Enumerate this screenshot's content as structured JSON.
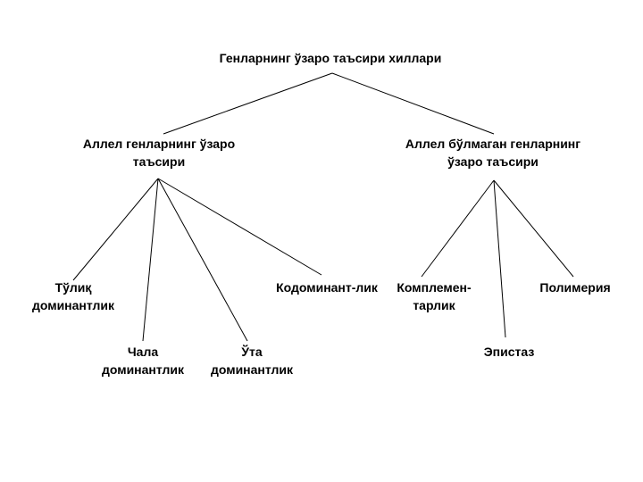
{
  "root": {
    "line1": "Генларнинг ўзаро таъсири хиллари"
  },
  "allelic": {
    "line1": "Аллел генларнинг ўзаро",
    "line2": "таъсири"
  },
  "nonallelic": {
    "line1": "Аллел бўлмаган генларнинг",
    "line2": "ўзаро таъсири"
  },
  "full_dominance": {
    "line1": "Тўлиқ",
    "line2": "доминантлик"
  },
  "incomplete_dominance": {
    "line1": "Чала",
    "line2": "доминантлик"
  },
  "overdominance": {
    "line1": "Ўта",
    "line2": "доминантлик"
  },
  "codominance": {
    "line1": "Кодоминант-лик"
  },
  "complementarity": {
    "line1": "Комплемен-",
    "line2": "тарлик"
  },
  "epistasis": {
    "line1": "Эпистаз"
  },
  "polymery": {
    "line1": "Полимерия"
  }
}
